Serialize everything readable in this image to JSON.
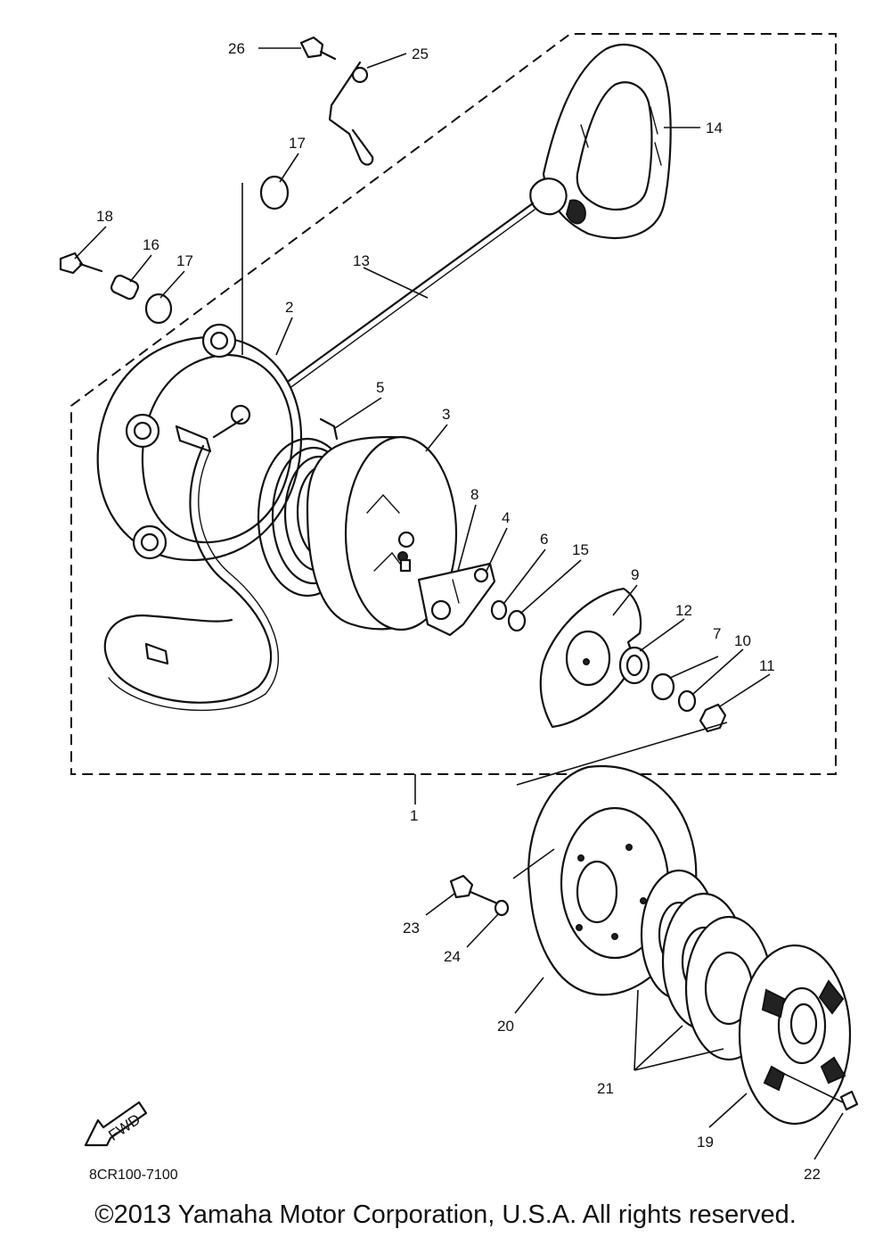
{
  "diagram": {
    "callouts": [
      "1",
      "2",
      "3",
      "4",
      "5",
      "6",
      "7",
      "8",
      "9",
      "10",
      "11",
      "12",
      "13",
      "14",
      "15",
      "16",
      "17",
      "17",
      "18",
      "19",
      "20",
      "21",
      "22",
      "23",
      "24",
      "25",
      "26"
    ],
    "direction_arrow_label": "FWD",
    "part_code": "8CR100-7100"
  },
  "footer": {
    "copyright": "©2013 Yamaha Motor Corporation, U.S.A. All rights reserved."
  }
}
